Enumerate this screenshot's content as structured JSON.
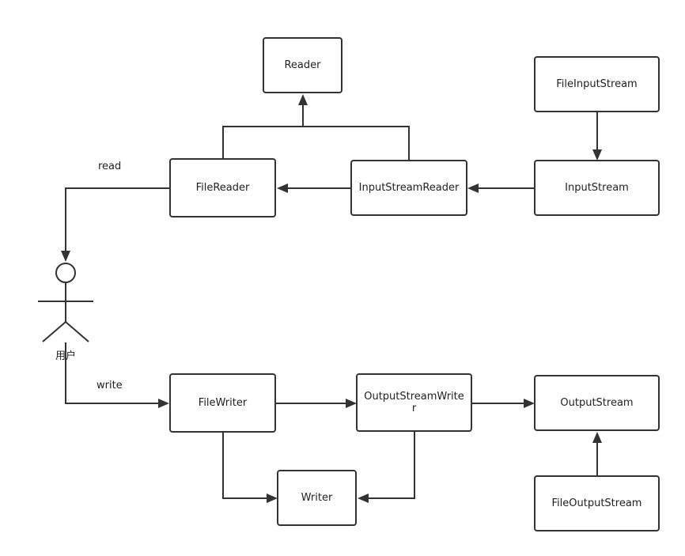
{
  "nodes": {
    "reader": "Reader",
    "file_input_stream": "FileInputStream",
    "file_reader": "FileReader",
    "input_stream_reader": "InputStreamReader",
    "input_stream": "InputStream",
    "file_writer": "FileWriter",
    "output_stream_writer": "OutputStreamWriter",
    "output_stream": "OutputStream",
    "writer": "Writer",
    "file_output_stream": "FileOutputStream"
  },
  "edge_labels": {
    "read": "read",
    "write": "write"
  },
  "actor": {
    "label": "用户",
    "icon": "stick-figure-icon"
  },
  "colors": {
    "stroke": "#333333",
    "fill": "#ffffff"
  }
}
